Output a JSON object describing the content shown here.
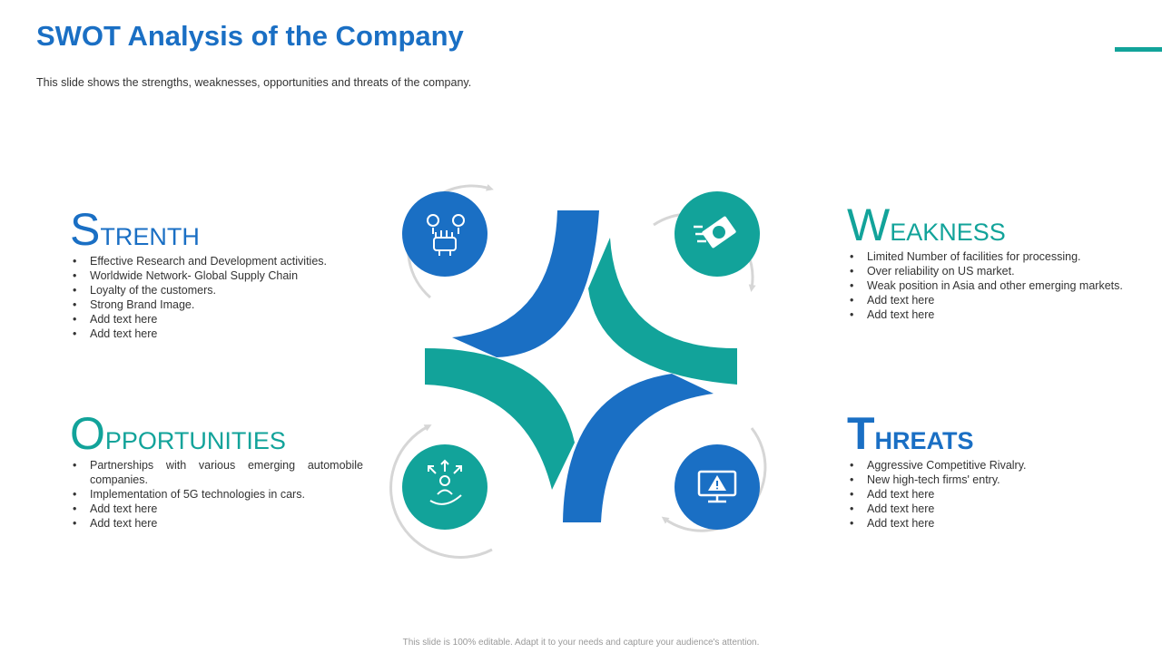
{
  "title": "SWOT Analysis of the Company",
  "subtitle": "This slide shows the strengths, weaknesses, opportunities and threats of the company.",
  "footer": "This slide is 100% editable. Adapt it to your needs and capture your audience's attention.",
  "colors": {
    "blue": "#1a6fc4",
    "teal": "#12a39a",
    "ring": "#d6d6d6"
  },
  "sections": {
    "strength": {
      "initial": "S",
      "rest": "TRENTH",
      "icon": "hand-money-icon",
      "items": [
        "Effective Research and Development activities.",
        "Worldwide Network- Global Supply Chain",
        "Loyalty of the customers.",
        "Strong Brand Image.",
        "Add text here",
        "Add text here"
      ]
    },
    "weakness": {
      "initial": "W",
      "rest": "EAKNESS",
      "icon": "flying-money-icon",
      "items": [
        "Limited Number of facilities for processing.",
        "Over reliability on US market.",
        "Weak position in Asia and other emerging markets.",
        "Add text here",
        "Add text here"
      ]
    },
    "opportunities": {
      "initial": "O",
      "rest": "PPORTUNITIES",
      "icon": "person-arrows-icon",
      "items": [
        "Partnerships with various emerging automobile companies.",
        "Implementation of 5G technologies in cars.",
        "Add text here",
        "Add text here"
      ]
    },
    "threats": {
      "initial": "T",
      "rest": "HREATS",
      "icon": "monitor-warning-icon",
      "items": [
        "Aggressive Competitive Rivalry.",
        "New high-tech firms' entry.",
        "Add text here",
        "Add text here",
        "Add text here"
      ]
    }
  }
}
